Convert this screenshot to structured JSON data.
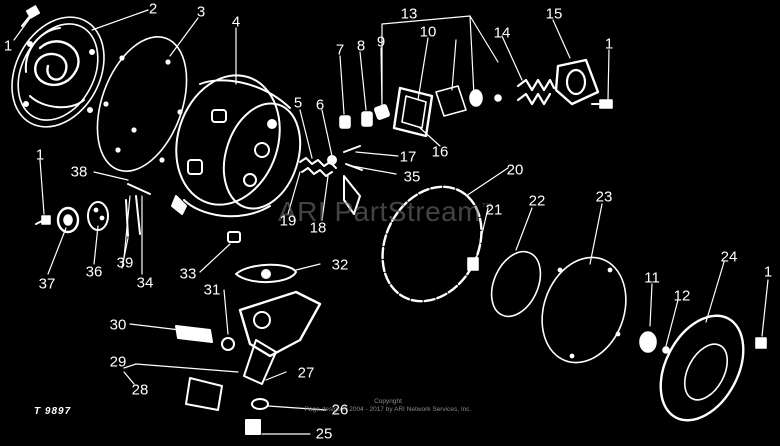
{
  "figure_id": "T 9897",
  "watermark": {
    "text": "ARI PartStream",
    "mark": "™"
  },
  "copyright": {
    "line1": "Copyright",
    "line2": "Page design © 2004 - 2017 by ARI Network Services, Inc."
  },
  "callouts": [
    "1",
    "2",
    "3",
    "4",
    "5",
    "6",
    "7",
    "8",
    "9",
    "10",
    "11",
    "12",
    "13",
    "14",
    "15",
    "16",
    "17",
    "18",
    "19",
    "20",
    "21",
    "22",
    "23",
    "24",
    "25",
    "26",
    "27",
    "28",
    "29",
    "30",
    "31",
    "32",
    "33",
    "34",
    "35",
    "36",
    "37",
    "38",
    "39"
  ],
  "colors": {
    "background": "#000000",
    "ink": "#ffffff",
    "watermark": "#7a7a7a"
  }
}
